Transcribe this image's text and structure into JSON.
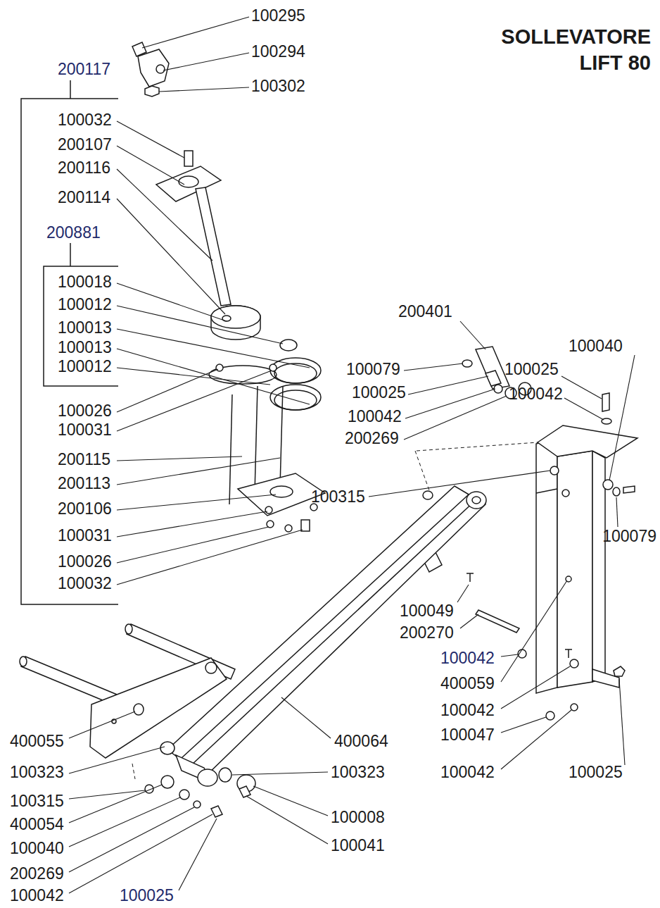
{
  "diagram": {
    "title": "SOLLEVATORE LIFT 80",
    "labels": [
      "100295",
      "100294",
      "100302",
      "200117",
      "100032",
      "200107",
      "200116",
      "200114",
      "200881",
      "100018",
      "100012",
      "100013",
      "100013",
      "100012",
      "100026",
      "100031",
      "200115",
      "200113",
      "200106",
      "100031",
      "100026",
      "100032",
      "200401",
      "100040",
      "100079",
      "100025",
      "100025",
      "100042",
      "100042",
      "200269",
      "100315",
      "100079",
      "100049",
      "200270",
      "100042",
      "400059",
      "100042",
      "100047",
      "100042",
      "100025",
      "400055",
      "400064",
      "100323",
      "100323",
      "100315",
      "100008",
      "400054",
      "100040",
      "100041",
      "200269",
      "100042",
      "100025"
    ]
  }
}
